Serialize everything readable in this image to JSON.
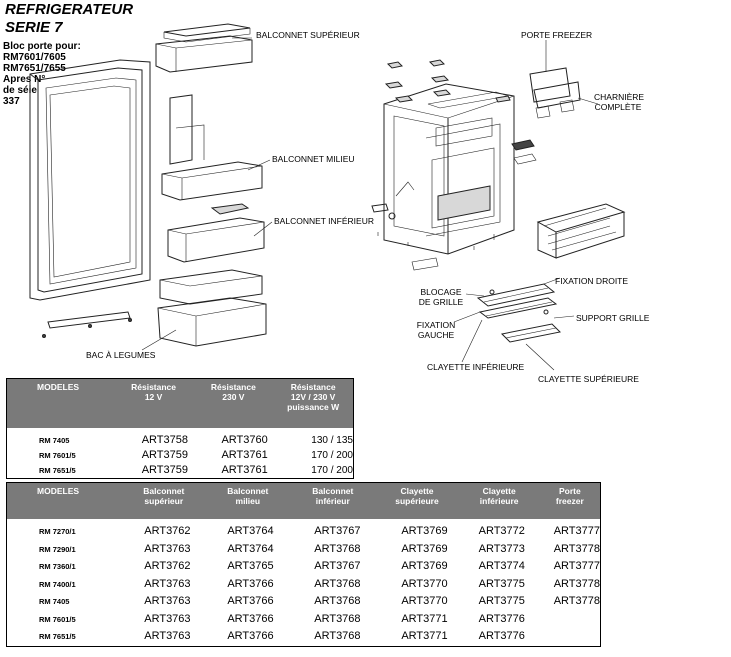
{
  "header": {
    "title_line1": "REFRIGERATEUR",
    "title_line2": "SERIE 7",
    "bloc": [
      "Bloc porte pour:",
      "RM7601/7605",
      "RM7651/7655",
      "Apres N°",
      "de séie",
      "337"
    ]
  },
  "labels": {
    "balconnet_sup": "BALCONNET SUPÉRIEUR",
    "balconnet_milieu": "BALCONNET MILIEU",
    "balconnet_inf": "BALCONNET INFÉRIEUR",
    "bac_legumes": "BAC À LEGUMES",
    "porte_freezer": "PORTE FREEZER",
    "charniere_1": "CHARNIÈRE",
    "charniere_2": "COMPLÈTE",
    "fixation_droite": "FIXATION DROITE",
    "blocage_1": "BLOCAGE",
    "blocage_2": "DE GRILLE",
    "support_grille": "SUPPORT GRILLE",
    "fixation_gauche_1": "FIXATION",
    "fixation_gauche_2": "GAUCHE",
    "clayette_inf": "CLAYETTE INFÉRIEURE",
    "clayette_sup": "CLAYETTE SUPÉRIEURE"
  },
  "table1": {
    "headers": [
      "MODELES",
      "Résistance\n12 V",
      "Résistance\n230 V",
      "Résistance\n12V / 230 V\npuissance W"
    ],
    "rows": [
      [
        "RM 7405",
        "ART3758",
        "ART3760",
        "130 / 135"
      ],
      [
        "RM 7601/5",
        "ART3759",
        "ART3761",
        "170 / 200"
      ],
      [
        "RM 7651/5",
        "ART3759",
        "ART3761",
        "170 / 200"
      ]
    ]
  },
  "table2": {
    "headers": [
      "MODELES",
      "Balconnet\nsupérieur",
      "Balconnet\nmilieu",
      "Balconnet\ninférieur",
      "Clayette\nsupérieure",
      "Clayette\ninférieure",
      "Porte\nfreezer"
    ],
    "rows": [
      [
        "RM 7270/1",
        "ART3762",
        "ART3764",
        "ART3767",
        "ART3769",
        "ART3772",
        "ART3777"
      ],
      [
        "RM 7290/1",
        "ART3763",
        "ART3764",
        "ART3768",
        "ART3769",
        "ART3773",
        "ART3778"
      ],
      [
        "RM 7360/1",
        "ART3762",
        "ART3765",
        "ART3767",
        "ART3769",
        "ART3774",
        "ART3777"
      ],
      [
        "RM 7400/1",
        "ART3763",
        "ART3766",
        "ART3768",
        "ART3770",
        "ART3775",
        "ART3778"
      ],
      [
        "RM 7405",
        "ART3763",
        "ART3766",
        "ART3768",
        "ART3770",
        "ART3775",
        "ART3778"
      ],
      [
        "RM 7601/5",
        "ART3763",
        "ART3766",
        "ART3768",
        "ART3771",
        "ART3776",
        ""
      ],
      [
        "RM 7651/5",
        "ART3763",
        "ART3766",
        "ART3768",
        "ART3771",
        "ART3776",
        ""
      ]
    ]
  }
}
